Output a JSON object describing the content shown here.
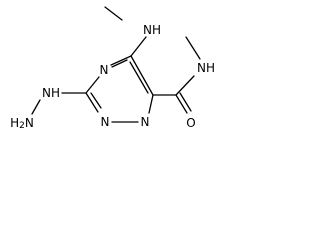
{
  "molecule": {
    "ring": {
      "n1": "N",
      "n2": "N",
      "n4": "N"
    },
    "substituents": {
      "methylamino_nh": "NH",
      "amide_nh": "NH",
      "carbonyl_o": "O",
      "hydrazino_nh": "NH",
      "hydrazino_nh2": "H2N"
    },
    "colors": {
      "ink": "#000000",
      "background": "#ffffff"
    }
  }
}
